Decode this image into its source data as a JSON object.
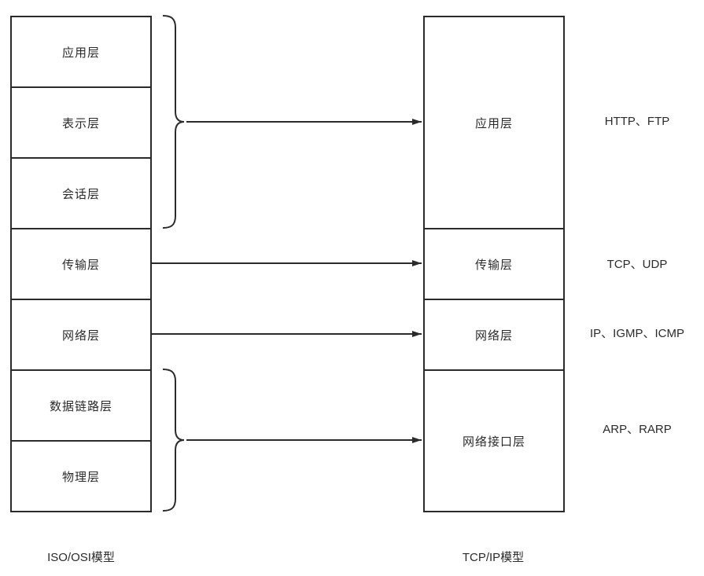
{
  "diagram": {
    "colors": {
      "line": "#2b2b2b",
      "text": "#2b2b2b",
      "background": "#ffffff"
    },
    "osi": {
      "title": "ISO/OSI模型",
      "layers": [
        {
          "label": "应用层"
        },
        {
          "label": "表示层"
        },
        {
          "label": "会话层"
        },
        {
          "label": "传输层"
        },
        {
          "label": "网络层"
        },
        {
          "label": "数据链路层"
        },
        {
          "label": "物理层"
        }
      ]
    },
    "tcpip": {
      "title": "TCP/IP模型",
      "layers": [
        {
          "label": "应用层",
          "protocols": "HTTP、FTP"
        },
        {
          "label": "传输层",
          "protocols": "TCP、UDP"
        },
        {
          "label": "网络层",
          "protocols": "IP、IGMP、ICMP"
        },
        {
          "label": "网络接口层",
          "protocols": "ARP、RARP"
        }
      ]
    },
    "mappings": [
      {
        "from": "应用层、表示层、会话层",
        "to": "应用层",
        "connector": "brace-arrow"
      },
      {
        "from": "传输层",
        "to": "传输层",
        "connector": "arrow"
      },
      {
        "from": "网络层",
        "to": "网络层",
        "connector": "arrow"
      },
      {
        "from": "数据链路层、物理层",
        "to": "网络接口层",
        "connector": "brace-arrow"
      }
    ]
  }
}
